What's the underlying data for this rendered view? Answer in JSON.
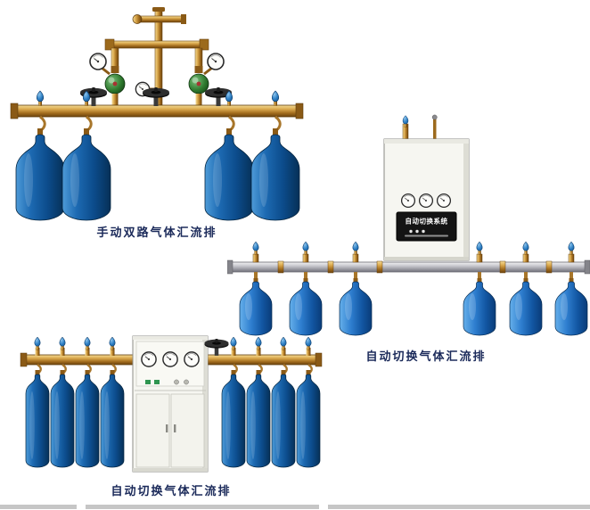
{
  "page": {
    "background": "#ffffff",
    "bottom_strip_color": "#c6c6c6"
  },
  "colors": {
    "brass": "#c8913a",
    "steel_pipe": "#b8b8be",
    "cylinder_blue_dark": "#0c4c8c",
    "cylinder_blue_bright": "#2f7fd0",
    "valve_handle_blue": "#2e7fc4",
    "regulator_green": "#2e7a2e",
    "caption_text": "#1b2a5a",
    "cabinet_body": "#f6f6f1",
    "cabinet_panel_black": "#141414"
  },
  "products": [
    {
      "caption": "手动双路气体汇流排",
      "cylinder_count": 4,
      "gauge_count": 3,
      "handwheel_count": 3
    },
    {
      "caption": "自动切换气体汇流排",
      "control_box_label": "自动切换系统",
      "cylinder_count": 6,
      "gauge_count": 3
    },
    {
      "caption": "自动切换气体汇流排",
      "cylinder_count": 8,
      "gauge_count": 3
    }
  ]
}
